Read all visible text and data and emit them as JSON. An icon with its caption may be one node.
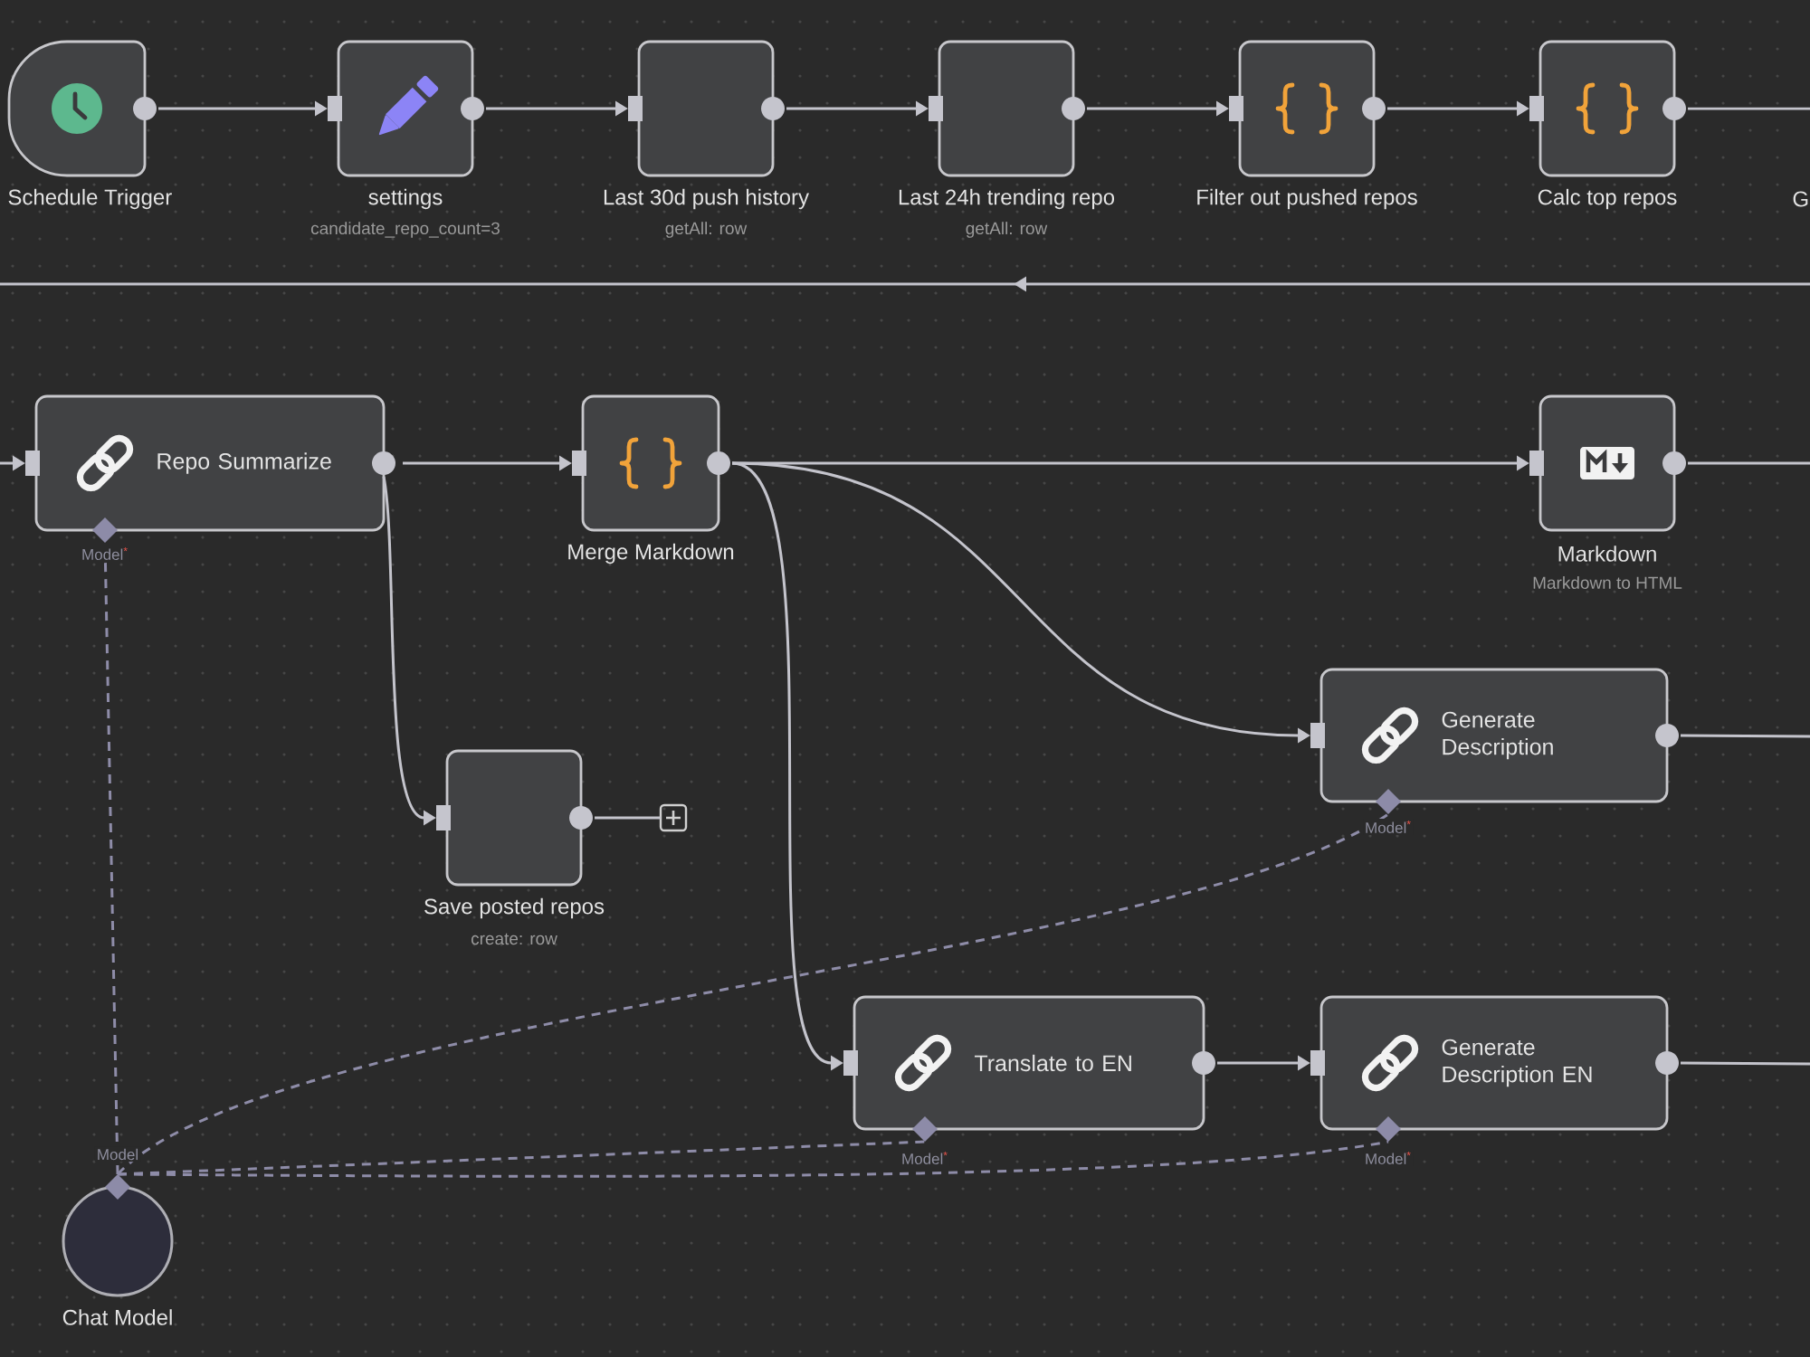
{
  "diagram": {
    "nodes": [
      {
        "text": [
          "Schedule Trigger"
        ]
      },
      {
        "text": [
          "settings"
        ],
        "beside": [
          "candidate_repo_count=3"
        ]
      },
      {
        "text": [
          "Last 30d push history"
        ],
        "beside": [
          "getAll: row"
        ]
      },
      {
        "text": [
          "Last 24h trending repo"
        ],
        "beside": [
          "getAll: row"
        ]
      },
      {
        "text": [
          "Filter out pushed repos"
        ]
      },
      {
        "text": [
          "Calc top repos"
        ]
      },
      {
        "text": [
          "Repo Summarize"
        ],
        "beside": [
          "Model$^{*}$"
        ]
      },
      {
        "text": [
          "Merge Markdown"
        ]
      },
      {
        "text": [
          "Markdown"
        ],
        "beside": [
          "Markdown to HTML"
        ]
      },
      {
        "text": [
          "Generate Description"
        ],
        "beside": [
          "Model$^{*}$"
        ]
      },
      {
        "text": [
          "Save posted repos"
        ],
        "beside": [
          "create: row"
        ]
      },
      {
        "text": [],
        "shape": "box"
      },
      {
        "text": [
          "Translate to EN"
        ],
        "beside": [
          "Model$^{*}$"
        ]
      },
      {
        "text": [
          "Generate Description EN"
        ],
        "beside": [
          "Model$^{*}$"
        ]
      },
      {
        "text": [
          "Chat Model"
        ],
        "beside": [
          "Model"
        ]
      }
    ],
    "edges": [
      {
        "from": 0,
        "to": 1,
        "arrow": "to"
      },
      {
        "from": 1,
        "to": 2,
        "arrow": "to"
      },
      {
        "from": 2,
        "to": 3,
        "arrow": "to"
      },
      {
        "from": 3,
        "to": 4,
        "arrow": "to"
      },
      {
        "from": 4,
        "to": 5,
        "arrow": "to"
      },
      {
        "from": 5,
        "to": null,
        "arrow": "none"
      },
      {
        "from": null,
        "to": 6,
        "arrow": "to"
      },
      {
        "from": 6,
        "to": 7,
        "arrow": "to"
      },
      {
        "from": 6,
        "to": 10,
        "arrow": "to"
      },
      {
        "from": 7,
        "to": 8,
        "arrow": "to"
      },
      {
        "from": 7,
        "to": 9,
        "arrow": "to"
      },
      {
        "from": 7,
        "to": 12,
        "arrow": "to"
      },
      {
        "from": 12,
        "to": 13,
        "arrow": "to"
      },
      {
        "from": 8,
        "to": null,
        "arrow": "none"
      },
      {
        "from": 9,
        "to": null,
        "arrow": "none"
      },
      {
        "from": 13,
        "to": null,
        "arrow": "none"
      },
      {
        "from": 10,
        "to": 11,
        "arrow": "none"
      },
      {
        "from": 14,
        "to": 6,
        "arrow": "none",
        "style": "dashed",
        "color": "#8e8ca8"
      },
      {
        "from": 14,
        "to": 9,
        "arrow": "none",
        "style": "dashed",
        "color": "#8e8ca8"
      },
      {
        "from": 14,
        "to": 12,
        "arrow": "none",
        "style": "dashed",
        "color": "#8e8ca8"
      },
      {
        "from": 14,
        "to": 13,
        "arrow": "none",
        "style": "dashed",
        "color": "#8e8ca8"
      }
    ],
    "labels": [
      "G"
    ]
  }
}
